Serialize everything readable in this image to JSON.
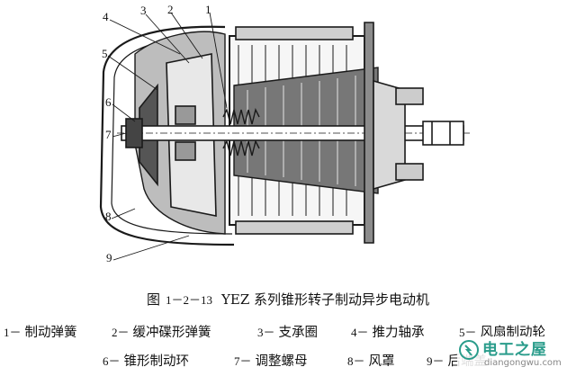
{
  "part_numbers": [
    "1",
    "2",
    "3",
    "4",
    "5",
    "6",
    "7",
    "8",
    "9"
  ],
  "caption": {
    "fig_prefix": "图",
    "fig_number": "1－2－13",
    "title": "YEZ 系列锥形转子制动异步电动机"
  },
  "legend_row1": [
    {
      "num": "1－",
      "label": "制动弹簧"
    },
    {
      "num": "2－",
      "label": "缓冲碟形弹簧"
    },
    {
      "num": "3－",
      "label": "支承圈"
    },
    {
      "num": "4－",
      "label": "推力轴承"
    },
    {
      "num": "5－",
      "label": "风扇制动轮"
    }
  ],
  "legend_row2": [
    {
      "num": "6－",
      "label": "锥形制动环"
    },
    {
      "num": "7－",
      "label": "调整螺母"
    },
    {
      "num": "8－",
      "label": "风罩"
    },
    {
      "num": "9－",
      "label": "后端盖"
    }
  ],
  "watermark": {
    "title": "电工之屋",
    "url": "diangongwu.com"
  }
}
